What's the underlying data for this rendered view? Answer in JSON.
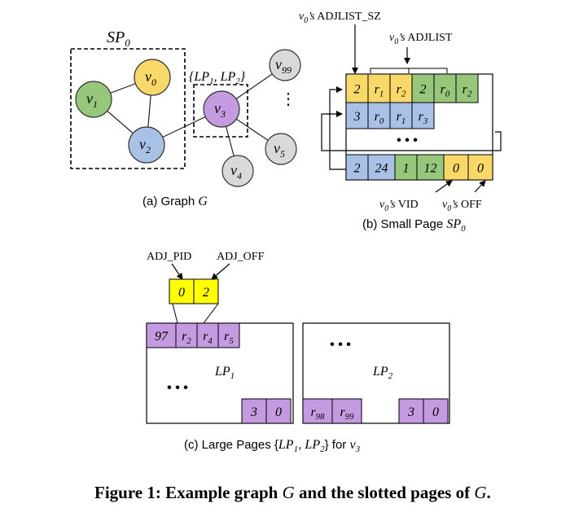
{
  "figure": {
    "caption": "Figure 1: Example graph G and the slotted pages of G."
  },
  "graph": {
    "caption": "(a) Graph G",
    "sp_label": "SP",
    "sp_sub": "0",
    "lp_set_label": "{LP1, LP2}",
    "vertices": [
      {
        "id": "v0",
        "main": "v",
        "sub": "0",
        "color": "#f9d86a"
      },
      {
        "id": "v1",
        "main": "v",
        "sub": "1",
        "color": "#96c77a"
      },
      {
        "id": "v2",
        "main": "v",
        "sub": "2",
        "color": "#a9c1e6"
      },
      {
        "id": "v3",
        "main": "v",
        "sub": "3",
        "color": "#c49be0"
      },
      {
        "id": "v4",
        "main": "v",
        "sub": "4",
        "color": "#d9d9d9"
      },
      {
        "id": "v5",
        "main": "v",
        "sub": "5",
        "color": "#d9d9d9"
      },
      {
        "id": "v99",
        "main": "v",
        "sub": "99",
        "color": "#d9d9d9"
      }
    ],
    "edges": [
      [
        "v0",
        "v1"
      ],
      [
        "v0",
        "v2"
      ],
      [
        "v1",
        "v2"
      ],
      [
        "v2",
        "v3"
      ],
      [
        "v3",
        "v99"
      ],
      [
        "v3",
        "v5"
      ],
      [
        "v3",
        "v4"
      ]
    ],
    "ellipsis": "⋮"
  },
  "small_page": {
    "caption": "(b) Small Page SP0",
    "label_adjlist_sz": "v0's ADJLIST_SZ",
    "label_adjlist": "v0's ADJLIST",
    "label_vid": "v0's VID",
    "label_off": "v0's OFF",
    "row1": [
      "2",
      "r1",
      "r2",
      "2",
      "r0",
      "r2"
    ],
    "row2": [
      "3",
      "r0",
      "r1",
      "r3"
    ],
    "ellipsis": "• • •",
    "slots": [
      "2",
      "24",
      "1",
      "12",
      "0",
      "0"
    ]
  },
  "large_pages": {
    "caption": "(c) Large Pages {LP1, LP2} for v3",
    "label_adj_pid": "ADJ_PID",
    "label_adj_off": "ADJ_OFF",
    "pointer": [
      "0",
      "2"
    ],
    "lp1": {
      "name": "LP1",
      "row": [
        "97",
        "r2",
        "r4",
        "r5"
      ],
      "slots": [
        "3",
        "0"
      ],
      "ellipsis": "• • •"
    },
    "lp2": {
      "name": "LP2",
      "row": [
        "r98",
        "r99"
      ],
      "slots": [
        "3",
        "0"
      ],
      "ellipsis": "• • •"
    }
  },
  "colors": {
    "yellow": "#f9d86a",
    "green": "#96c77a",
    "blue": "#a9c1e6",
    "purple": "#c49be0",
    "gray": "#d9d9d9",
    "bright_yellow": "#ffff00"
  }
}
